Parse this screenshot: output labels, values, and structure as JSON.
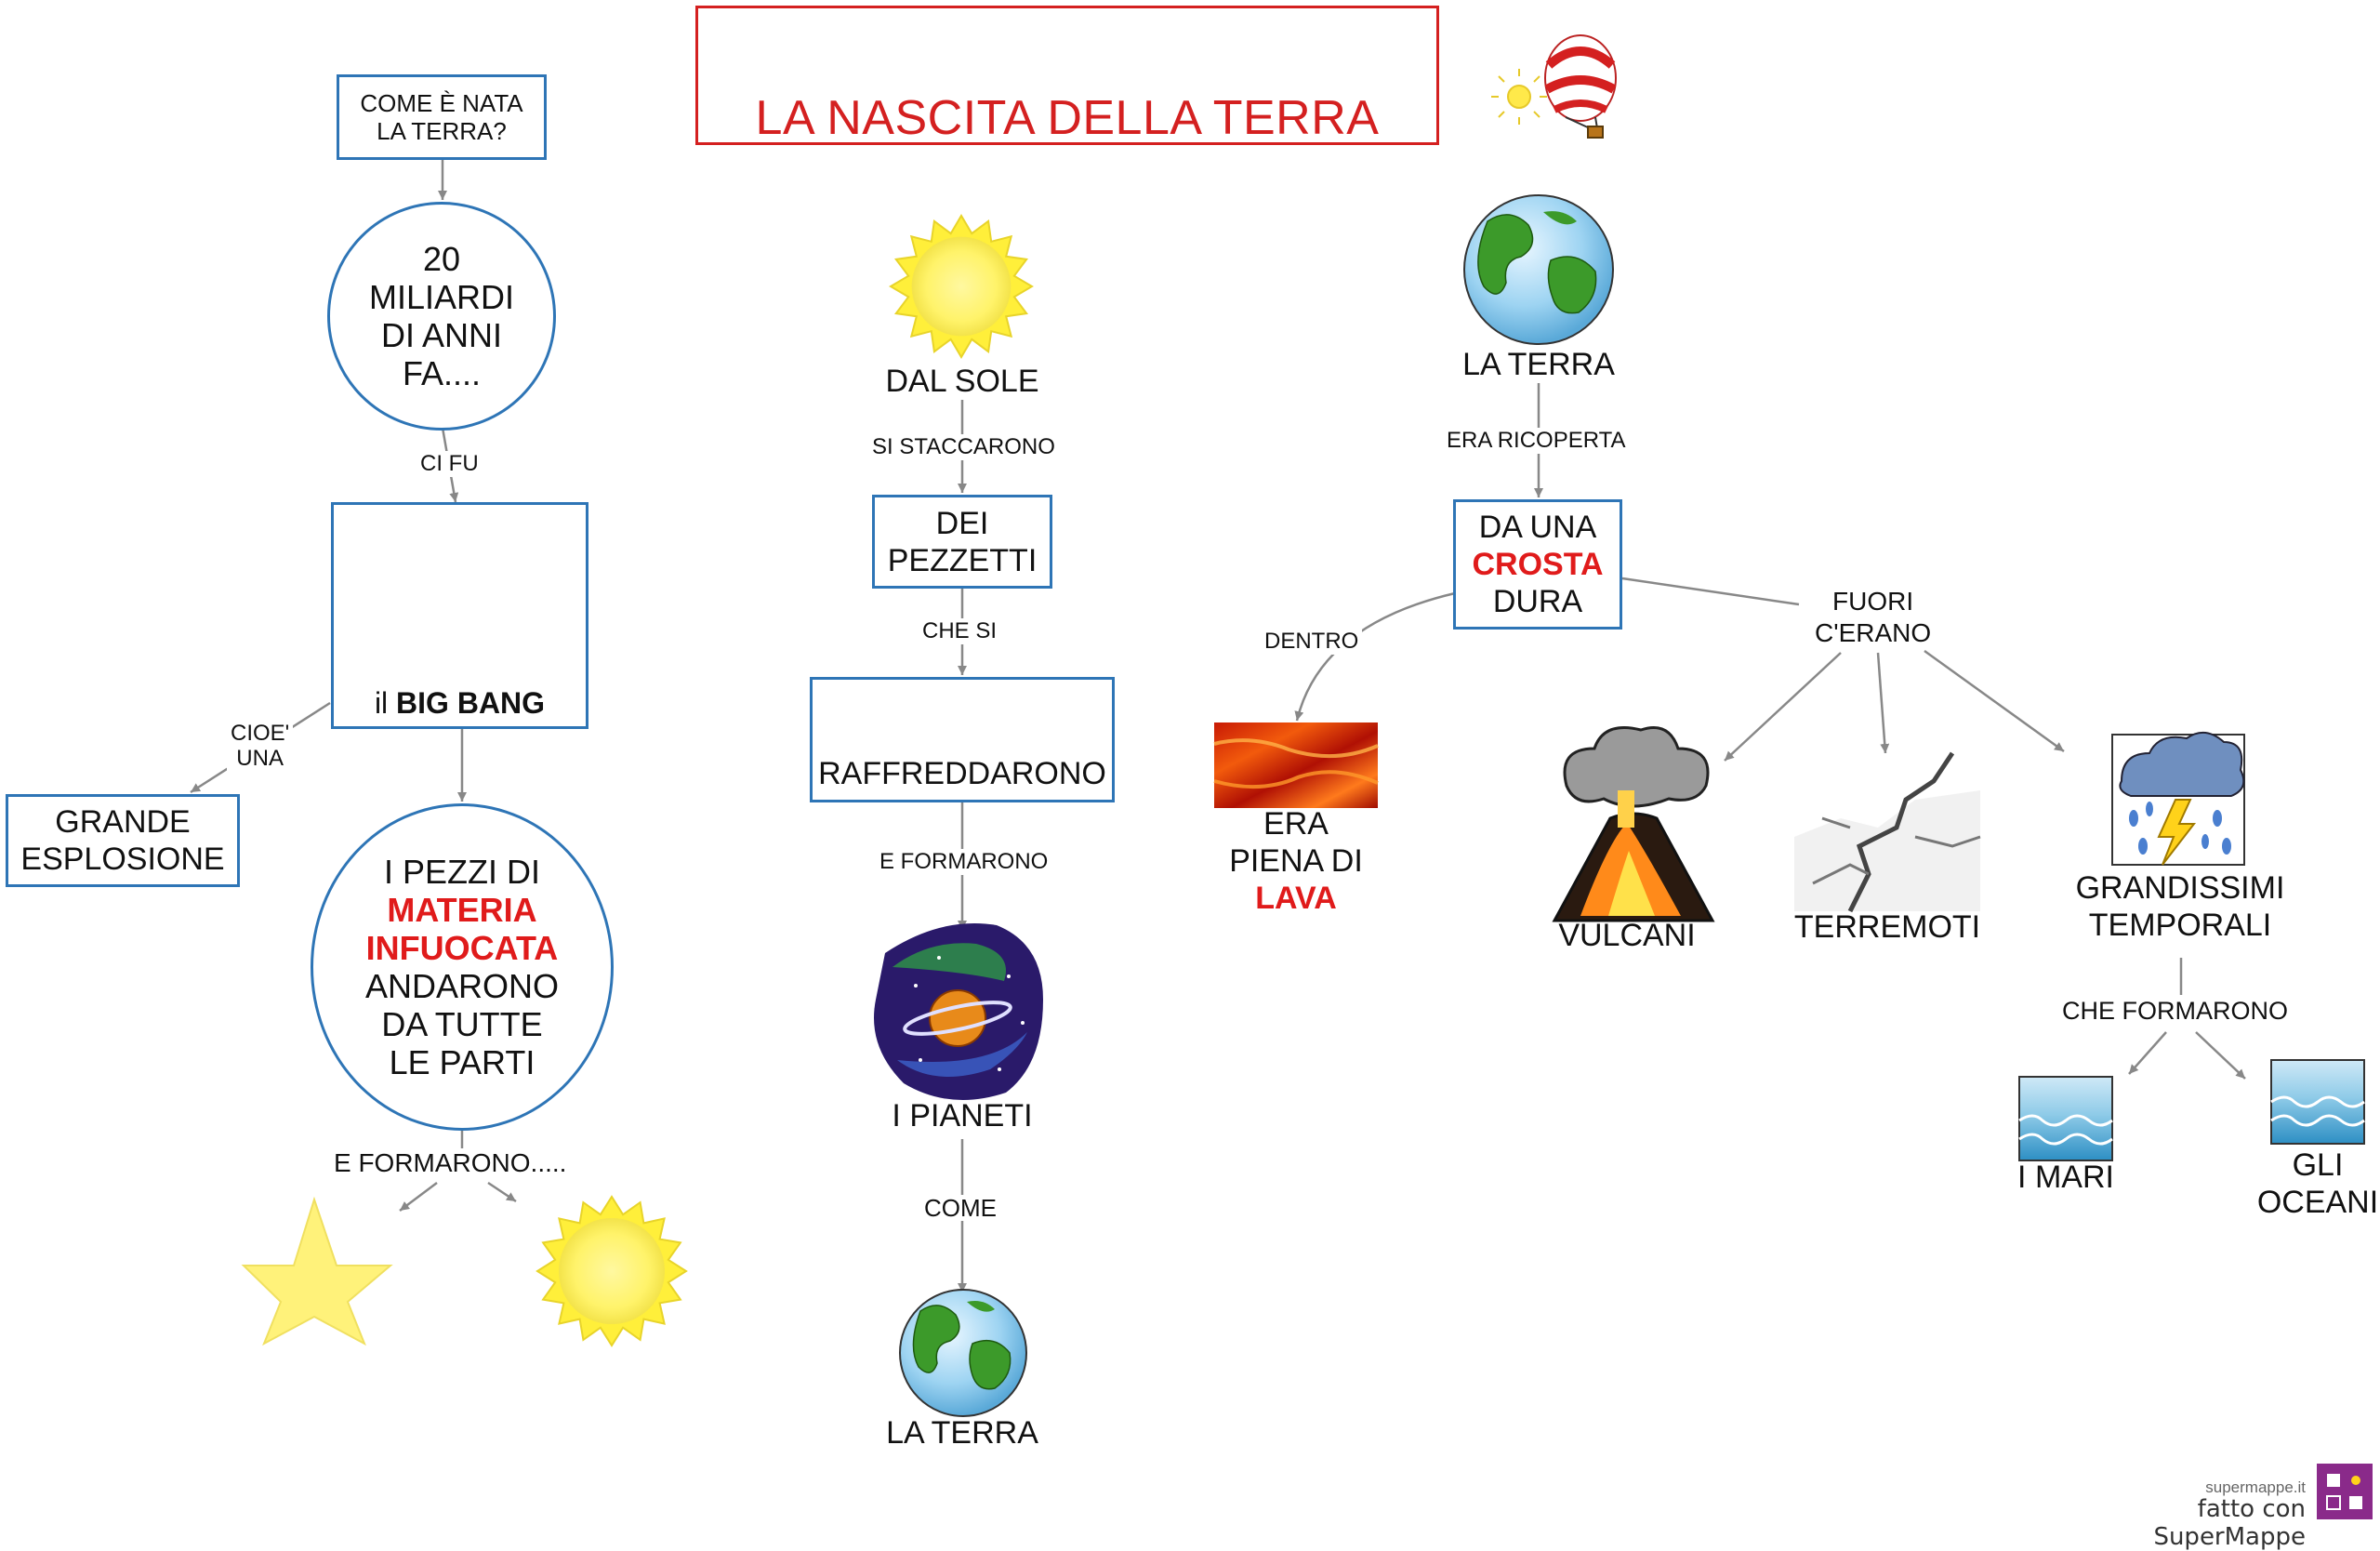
{
  "title": "LA NASCITA DELLA TERRA",
  "left": {
    "question": [
      "COME È NATA",
      "LA TERRA?"
    ],
    "time": [
      "20",
      "MILIARDI",
      "DI ANNI",
      "FA...."
    ],
    "label_ci_fu": "CI FU",
    "bigbang_prefix": "il",
    "bigbang_bold": "BIG BANG",
    "label_cioe": [
      "CIOE'",
      "UNA"
    ],
    "explosion": [
      "GRANDE",
      "ESPLOSIONE"
    ],
    "pieces_1": "I PEZZI DI",
    "pieces_red_1": "MATERIA",
    "pieces_red_2": "INFUOCATA",
    "pieces_2": [
      "ANDARONO",
      "DA TUTTE",
      "LE PARTI"
    ],
    "label_formarono": "E  FORMARONO....."
  },
  "middle": {
    "sun": "DAL SOLE",
    "label_staccarono": "SI STACCARONO",
    "pieces": [
      "DEI",
      "PEZZETTI"
    ],
    "label_che_si": "CHE SI",
    "cooled": "RAFFREDDARONO",
    "label_formarono": "E FORMARONO",
    "planets": "I PIANETI",
    "label_come": "COME",
    "earth": "LA TERRA"
  },
  "right": {
    "earth": "LA TERRA",
    "label_ricoperta": "ERA RICOPERTA",
    "crust_1": "DA UNA",
    "crust_red": "CROSTA",
    "crust_2": "DURA",
    "label_dentro": "DENTRO",
    "label_fuori": [
      "FUORI",
      "C'ERANO"
    ],
    "lava_1": [
      "ERA",
      "PIENA DI"
    ],
    "lava_red": "LAVA",
    "volcanoes": "VULCANI",
    "earthquakes": "TERREMOTI",
    "storms": [
      "GRANDISSIMI",
      "TEMPORALI"
    ],
    "label_che_formarono": "CHE  FORMARONO",
    "seas": "I MARI",
    "oceans": [
      "GLI",
      "OCEANI"
    ]
  },
  "footer": {
    "site": "supermappe.it",
    "made_with": "fatto con SuperMappe"
  },
  "colors": {
    "title_red": "#d42020",
    "box_blue": "#2e75b6",
    "highlight_red": "#e01b1b",
    "arrow_gray": "#888888"
  }
}
